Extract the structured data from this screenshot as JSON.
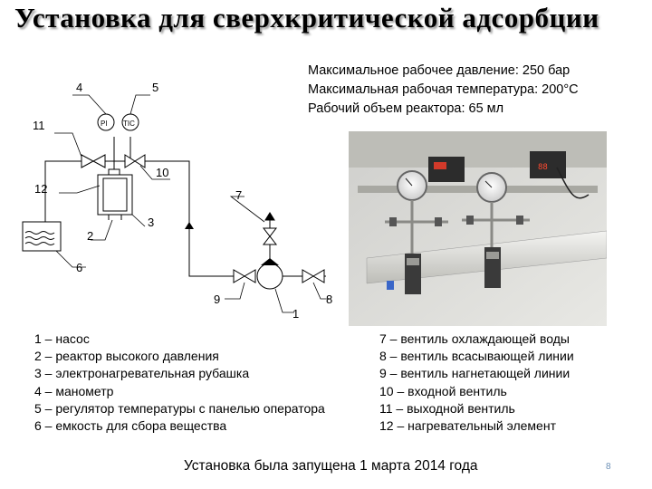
{
  "title": "Установка для сверхкритической адсорбции",
  "specs": [
    "Максимальное рабочее давление: 250 бар",
    "Максимальная рабочая температура: 200°С",
    "Рабочий объем реактора: 65 мл"
  ],
  "diagram": {
    "labels": {
      "n1": "1",
      "n2": "2",
      "n3": "3",
      "n4": "4",
      "n5": "5",
      "n6": "6",
      "n7": "7",
      "n8": "8",
      "n9": "9",
      "n10": "10",
      "n11": "11",
      "n12": "12"
    },
    "gauges": {
      "pi": "PI",
      "tic": "TIC"
    }
  },
  "photo": {
    "controller_display": "88"
  },
  "legend_left": [
    "1 – насос",
    "2 – реактор высокого давления",
    "3 – электронагревательная рубашка",
    "4 – манометр",
    "5 – регулятор температуры с панелью оператора",
    "6 – емкость для сбора вещества"
  ],
  "legend_right": [
    "7 – вентиль охлаждающей воды",
    "8 – вентиль всасывающей линии",
    "9 – вентиль нагнетающей линии",
    "10 – входной вентиль",
    "11 – выходной вентиль",
    "12 – нагревательный элемент"
  ],
  "footer": "Установка была запущена 1 марта 2014 года",
  "page_number": "8"
}
